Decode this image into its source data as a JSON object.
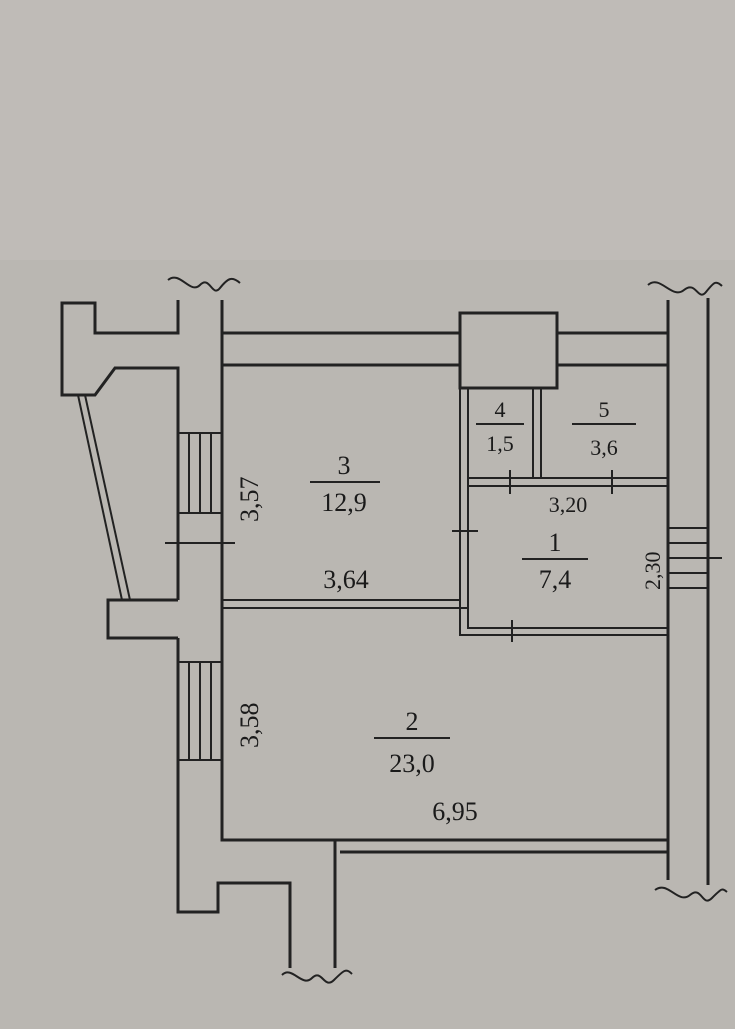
{
  "plan": {
    "rooms": [
      {
        "number": "1",
        "area": "7,4"
      },
      {
        "number": "2",
        "area": "23,0"
      },
      {
        "number": "3",
        "area": "12,9"
      },
      {
        "number": "4",
        "area": "1,5"
      },
      {
        "number": "5",
        "area": "3,6"
      }
    ],
    "dimensions": {
      "room3_height": "3,57",
      "room3_width": "3,64",
      "room2_height": "3,58",
      "room2_width": "6,95",
      "room1_width": "3,20",
      "room1_height": "2,30"
    }
  }
}
